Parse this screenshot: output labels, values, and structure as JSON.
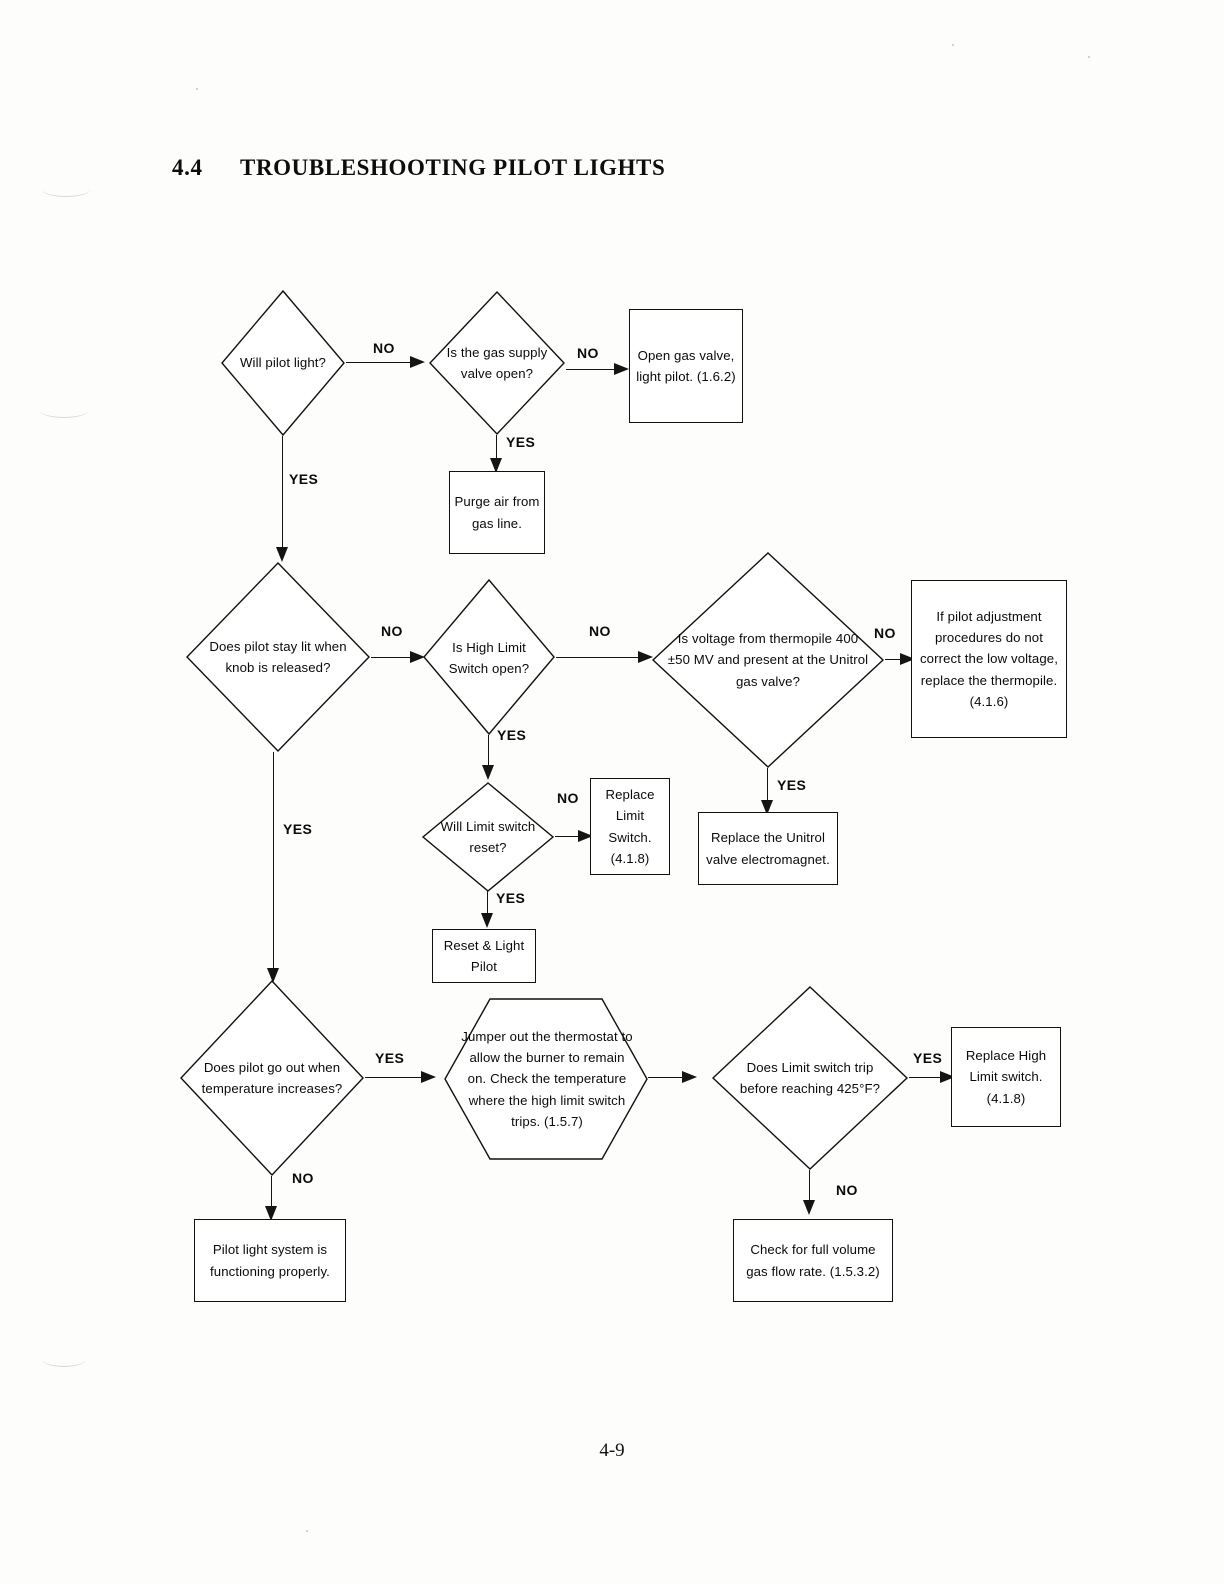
{
  "document": {
    "section_number": "4.4",
    "section_title": "TROUBLESHOOTING PILOT LIGHTS",
    "page_number": "4-9"
  },
  "flowchart": {
    "nodes": {
      "will_pilot_light": "Will pilot light?",
      "gas_supply_valve_open": "Is the gas supply valve open?",
      "open_gas_valve": "Open gas valve, light pilot. (1.6.2)",
      "purge_air": "Purge air from gas line.",
      "pilot_stay_lit": "Does pilot stay lit when knob is released?",
      "high_limit_open": "Is High Limit Switch open?",
      "thermopile_voltage": "Is voltage from thermopile 400 ±50 MV and present at the Unitrol gas valve?",
      "replace_thermopile": "If pilot adjustment procedures do not correct the low voltage, replace the thermopile.  (4.1.6)",
      "limit_switch_reset": "Will Limit switch reset?",
      "replace_limit_switch": "Replace Limit Switch. (4.1.8)",
      "replace_electromagnet": "Replace the Unitrol valve electromagnet.",
      "reset_light_pilot": "Reset & Light Pilot",
      "pilot_go_out": "Does pilot go out when temperature increases?",
      "jumper_thermostat": "Jumper out the thermostat to allow the burner to remain on.  Check the temperature where the high limit switch trips. (1.5.7)",
      "limit_trip_425": "Does Limit switch trip before reaching 425°F?",
      "replace_high_limit": "Replace High Limit switch. (4.1.8)",
      "system_ok": "Pilot light system is functioning properly.",
      "check_gas_flow": "Check for full volume gas flow rate. (1.5.3.2)"
    },
    "edge_labels": {
      "no_1": "NO",
      "no_2": "NO",
      "yes_1": "YES",
      "yes_2": "YES",
      "no_3": "NO",
      "no_4": "NO",
      "no_5": "NO",
      "yes_3": "YES",
      "yes_4": "YES",
      "no_6": "NO",
      "yes_5": "YES",
      "yes_6": "YES",
      "yes_7": "YES",
      "yes_8": "YES",
      "no_7": "NO",
      "no_8": "NO"
    }
  }
}
